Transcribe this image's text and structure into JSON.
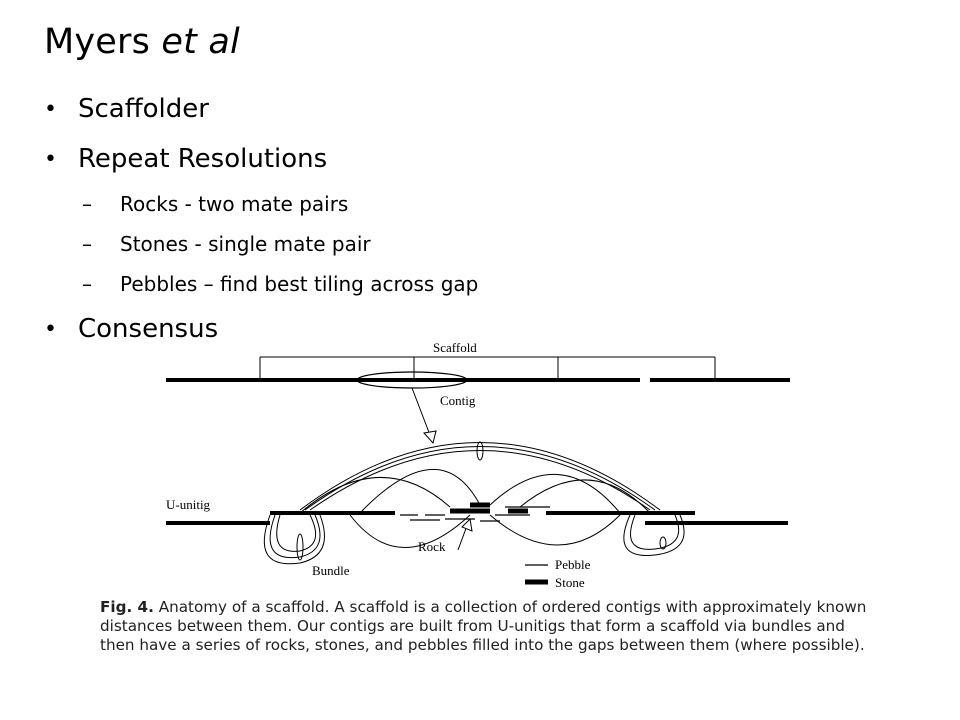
{
  "slide": {
    "title_main": "Myers",
    "title_italic": "et al",
    "bullets": [
      {
        "text": "Scaffolder"
      },
      {
        "text": "Repeat Resolutions"
      },
      {
        "text": "Rocks  - two mate pairs"
      },
      {
        "text": "Stones  - single mate pair"
      },
      {
        "text": "Pebbles – find best tiling across gap"
      },
      {
        "text": "Consensus"
      }
    ],
    "bullet_marker": "•",
    "sub_marker": "–"
  },
  "figure": {
    "labels": {
      "scaffold": "Scaffold",
      "contig": "Contig",
      "u_unitig": "U-unitig",
      "rock": "Rock",
      "bundle": "Bundle",
      "pebble": "Pebble",
      "stone": "Stone"
    },
    "caption_label": "Fig. 4.",
    "caption_text": "Anatomy of a scaffold. A scaffold is a collection of ordered contigs with approximately known distances between them. Our contigs are built from U-unitigs that form a scaffold via bundles and then have a series of rocks, stones, and pebbles filled into the gaps between them (where possible)."
  }
}
